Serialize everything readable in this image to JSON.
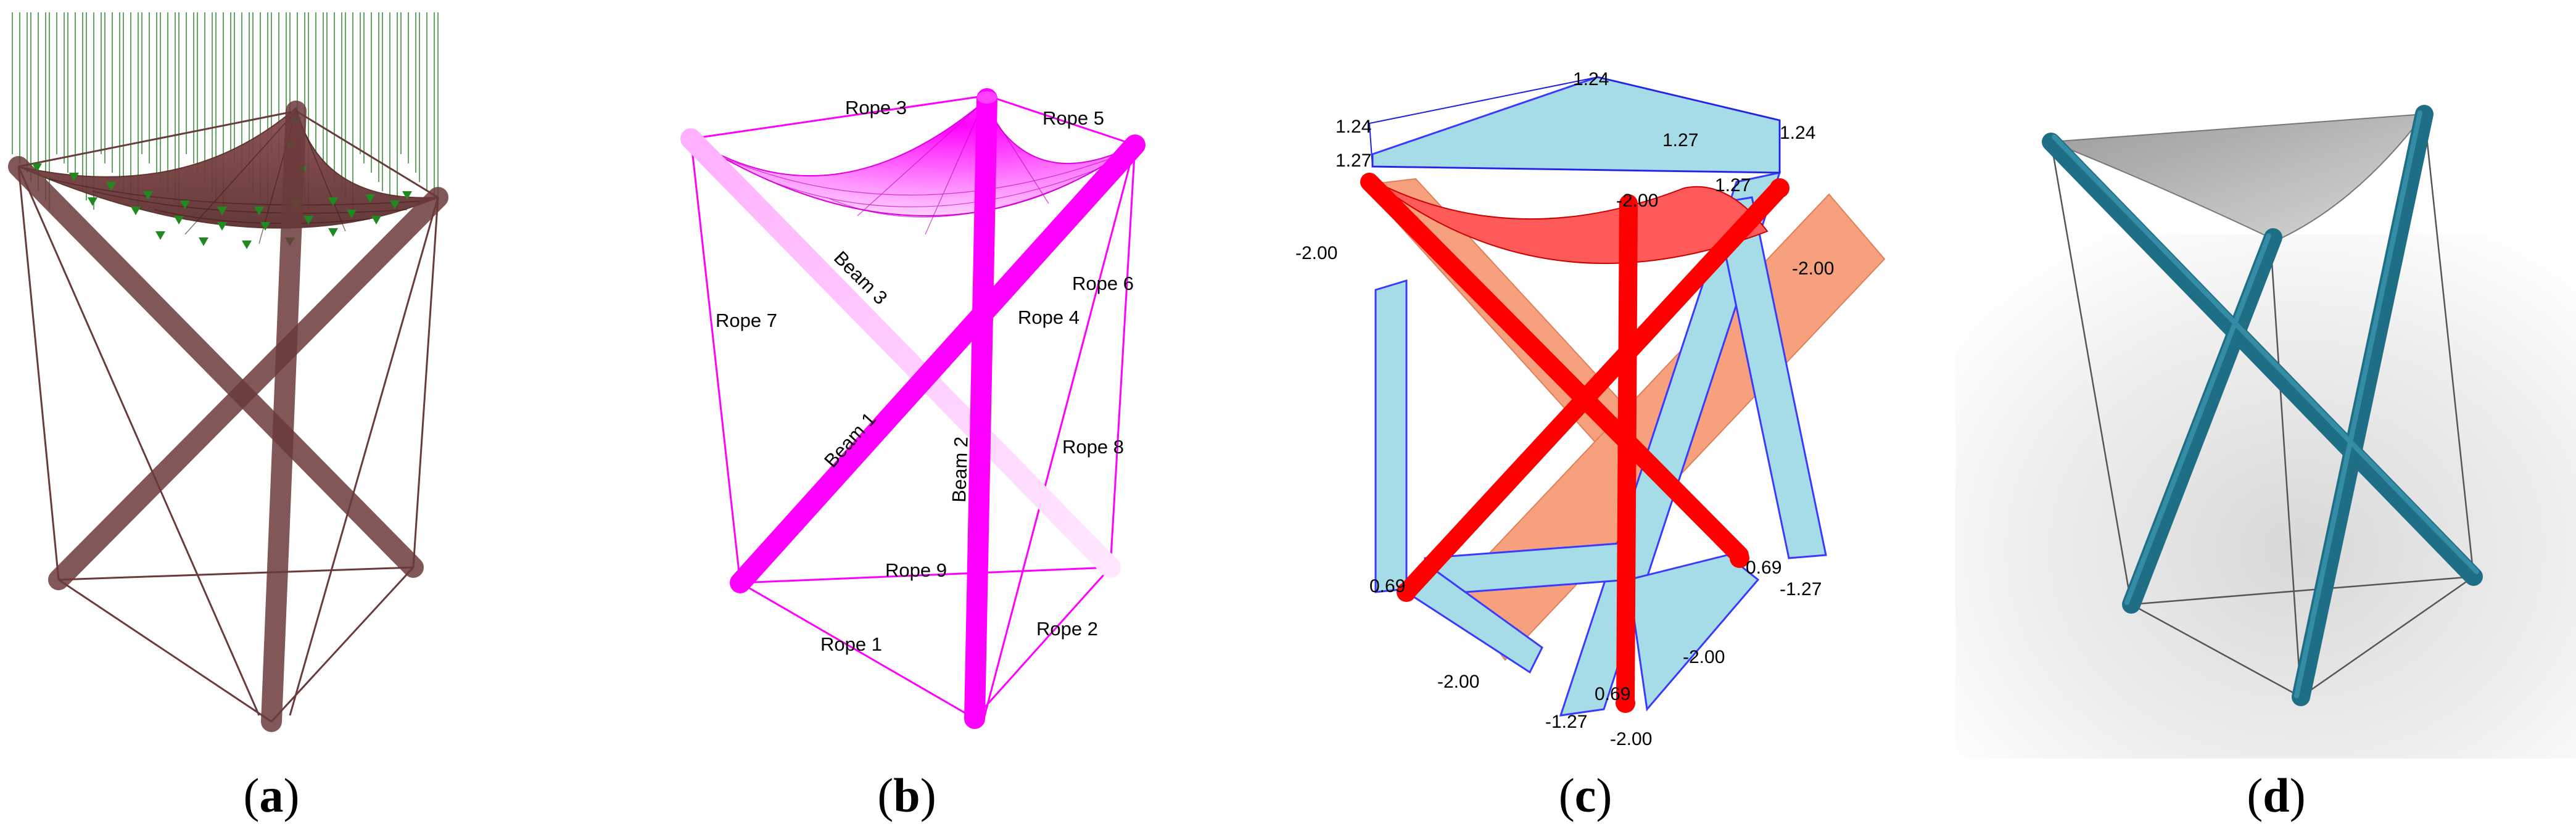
{
  "panels": {
    "a": {
      "caption_open": "(",
      "caption_letter": "a",
      "caption_close": ")"
    },
    "b": {
      "caption_open": "(",
      "caption_letter": "b",
      "caption_close": ")",
      "labels": {
        "rope1": "Rope 1",
        "rope2": "Rope 2",
        "rope3": "Rope 3",
        "rope4": "Rope 4",
        "rope5": "Rope 5",
        "rope6": "Rope 6",
        "rope7": "Rope 7",
        "rope8": "Rope 8",
        "rope9": "Rope 9",
        "beam1": "Beam 1",
        "beam2": "Beam 2",
        "beam3": "Beam 3"
      }
    },
    "c": {
      "caption_open": "(",
      "caption_letter": "c",
      "caption_close": ")",
      "values": {
        "top_mid": "1.24",
        "top_left": "1.24",
        "top_right": "1.24",
        "left_127": "1.27",
        "center_127": "1.27",
        "right_127": "1.27",
        "center_neg200": "-2.00",
        "left_neg200": "-2.00",
        "right_neg200": "-2.00",
        "left_069": "0.69",
        "right_069": "0.69",
        "bottom_069": "0.69",
        "right_neg127": "-1.27",
        "bottom_neg127": "-1.27",
        "lower_left_neg200": "-2.00",
        "lower_right_neg200": "-2.00",
        "bottom_neg200": "-2.00"
      }
    },
    "d": {
      "caption_open": "(",
      "caption_letter": "d",
      "caption_close": ")"
    }
  },
  "colors": {
    "beam_a": "#6b3a3a",
    "load_arrows": "#1f8a1f",
    "beam_b": "#ff00ff",
    "tension_c": "#a5dce8",
    "compression_c": "#f7a07e",
    "member_c": "#ff0000",
    "beam_d": "#1e6f85",
    "membrane_d": "#b5b5b5"
  }
}
